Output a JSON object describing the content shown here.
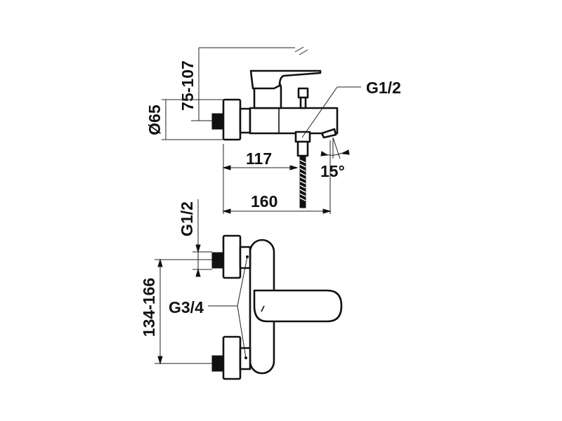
{
  "dimensions": {
    "spout_height_range": "75-107",
    "diameter": "Ø65",
    "outlet_thread": "G1/2",
    "outlet_distance": "117",
    "total_depth": "160",
    "spout_angle": "15°",
    "inlet_thread_top": "G1/2",
    "connection_spacing": "134-166",
    "inlet_thread_side": "G3/4"
  },
  "colors": {
    "line": "#111111",
    "background": "#ffffff"
  }
}
